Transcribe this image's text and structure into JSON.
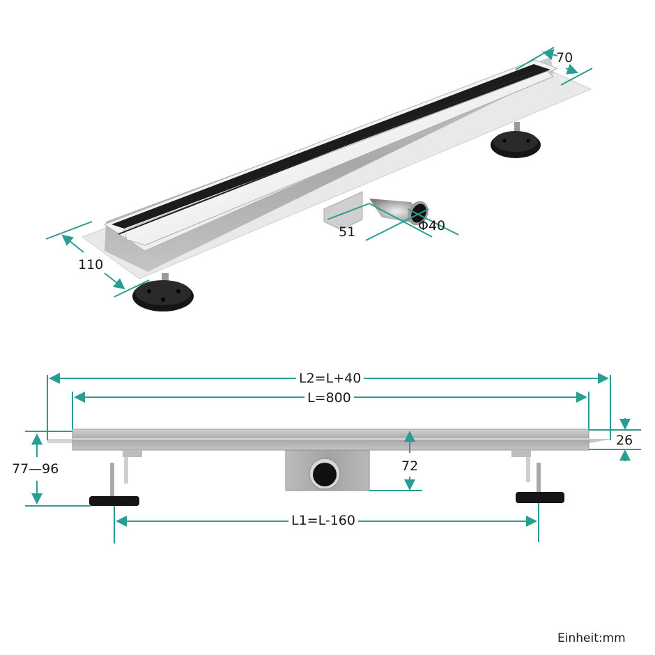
{
  "diagram": {
    "type": "technical-dimension-drawing",
    "subject": "linear shower drain with adjustable feet",
    "colors": {
      "dimension_line": "#2a9d93",
      "text": "#1a1a1a",
      "steel_light": "#e6e6e6",
      "steel_mid": "#bdbdbd",
      "steel_dark": "#8f8f8f",
      "grate_slot": "#1c1c1c",
      "foot_black": "#151515",
      "background": "#ffffff"
    },
    "perspective_view": {
      "dimensions": {
        "grate_width": "70",
        "flange_width": "110",
        "outlet_height": "51",
        "outlet_diameter": "Φ40"
      }
    },
    "side_view": {
      "dimensions": {
        "total_length": "L2=L+40",
        "body_length": "L=800",
        "flange_height": "26",
        "body_height": "72",
        "adjustable_height": "77—96",
        "feet_spacing": "L1=L-160"
      }
    },
    "unit_label": "Einheit:mm"
  }
}
